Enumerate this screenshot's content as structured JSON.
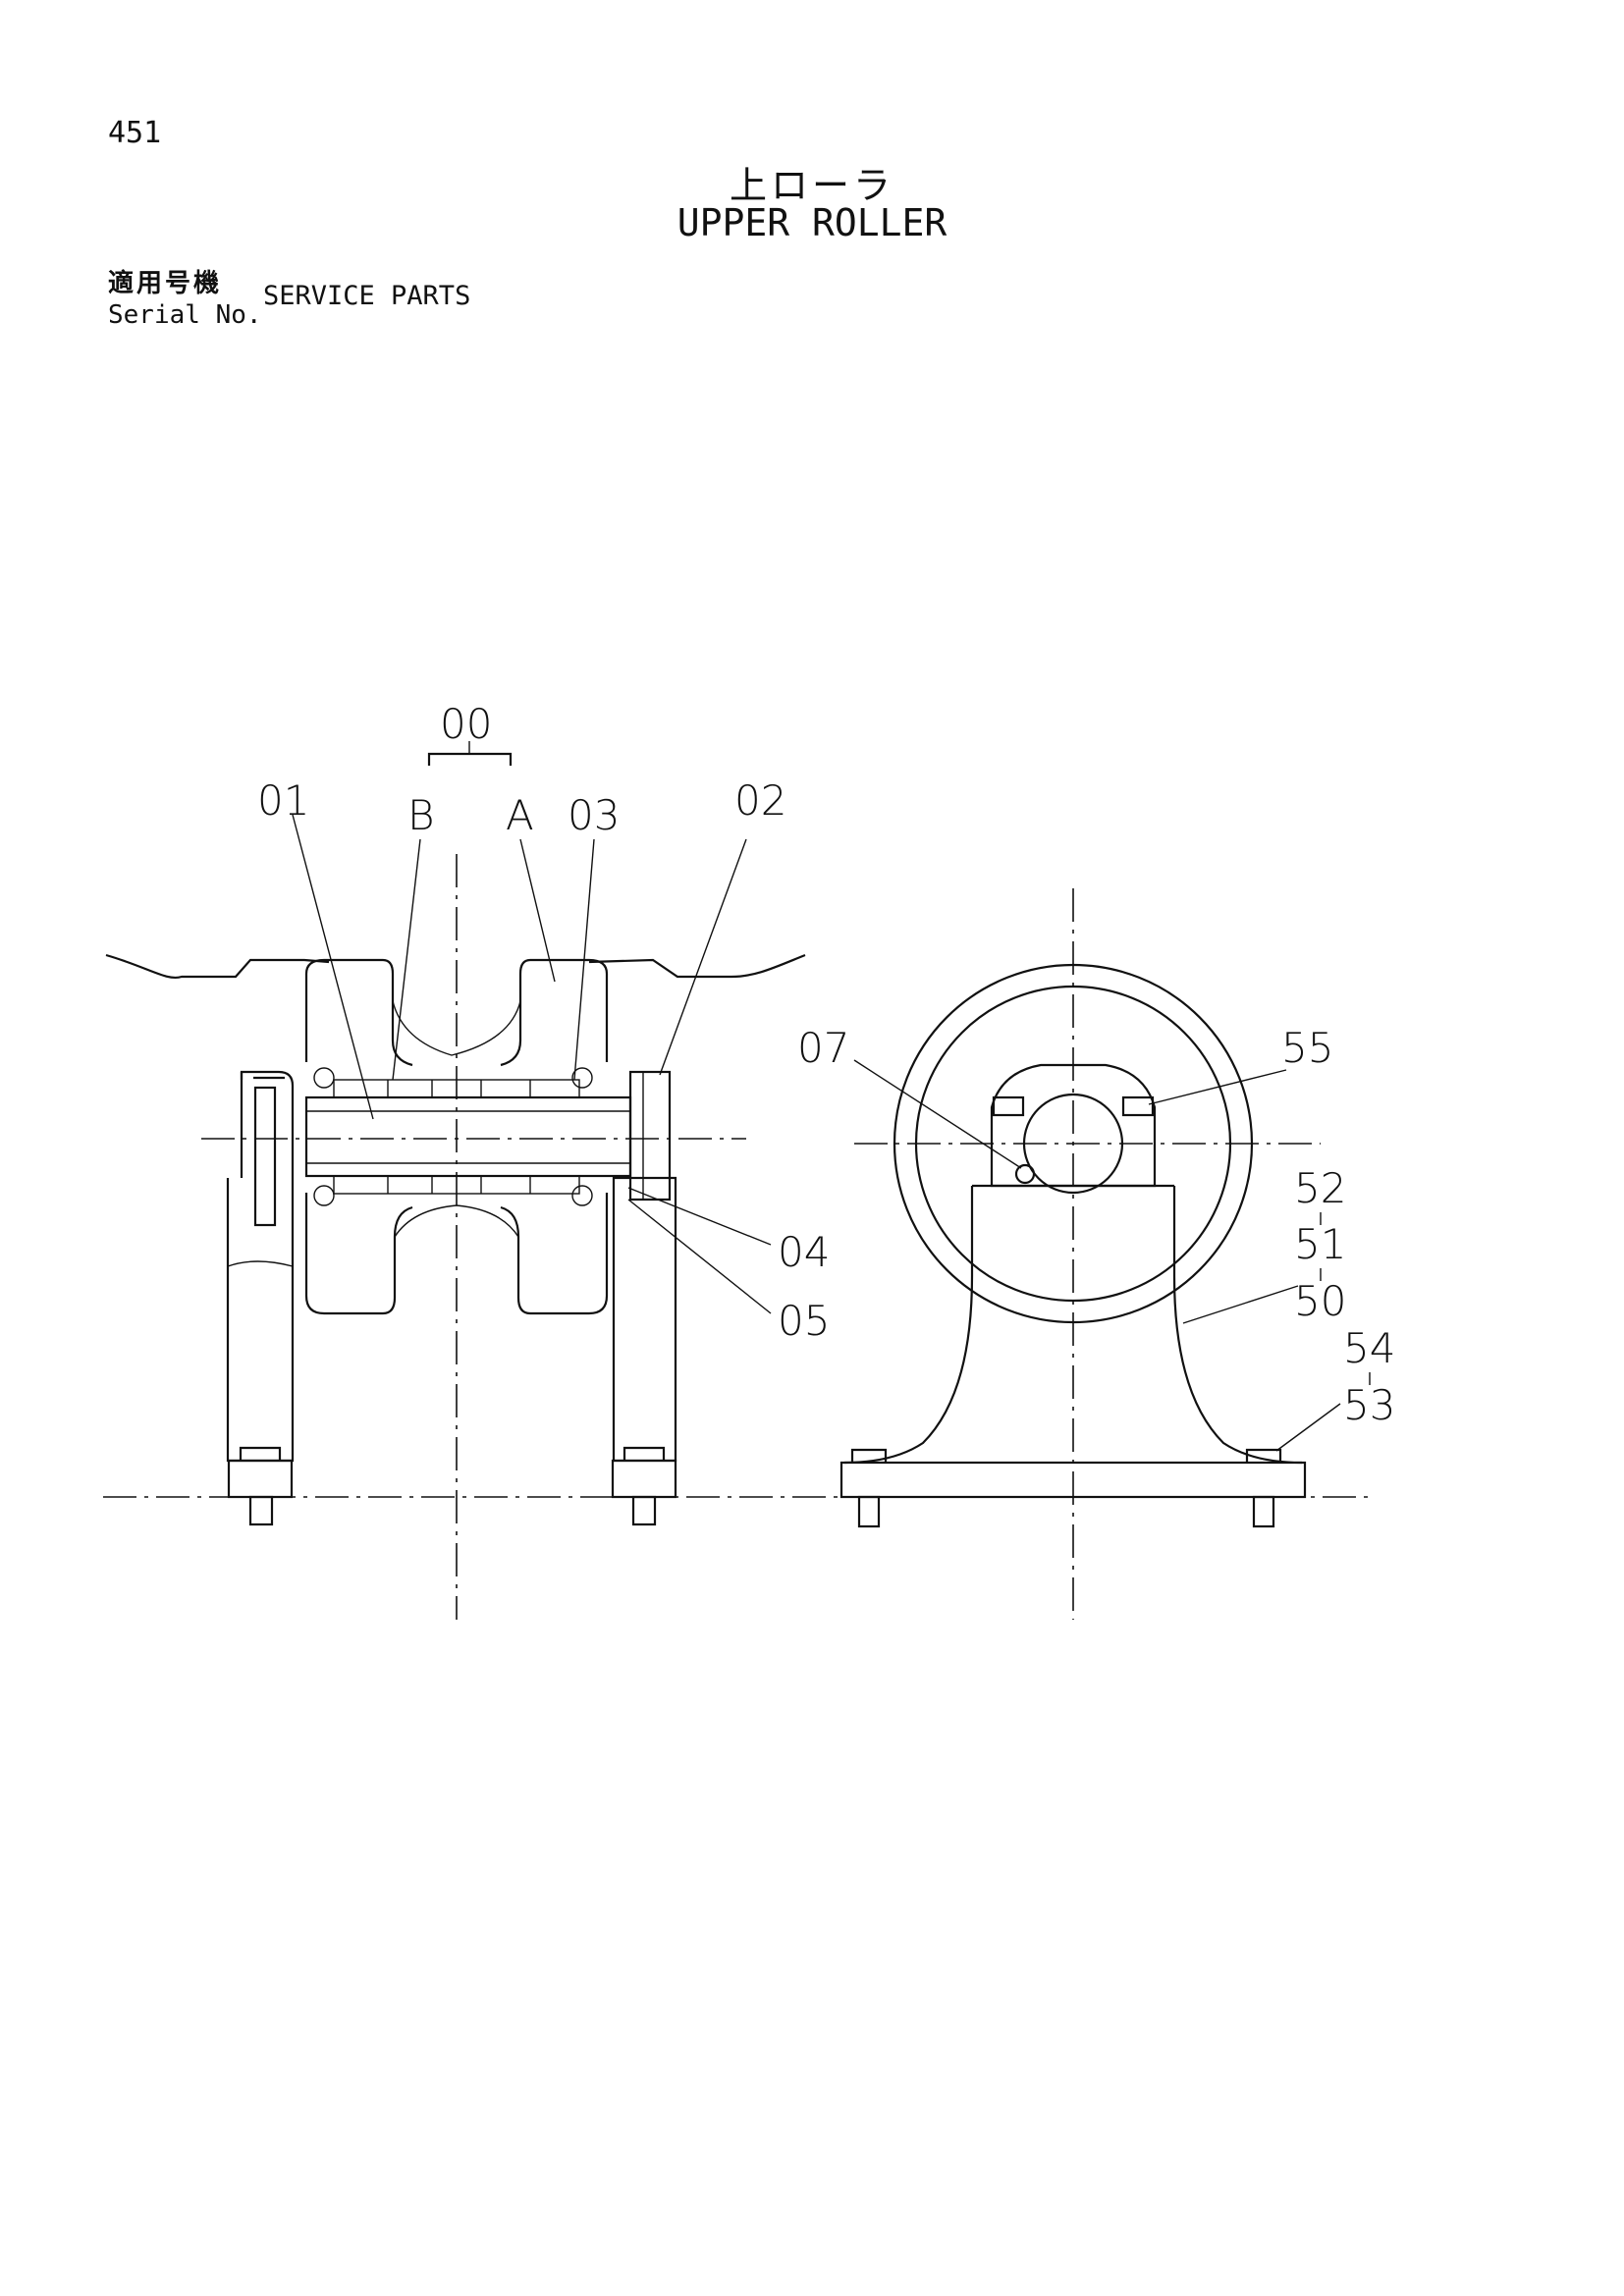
{
  "header": {
    "page_number": "451",
    "title_ja": "上ローラ",
    "title_en": "UPPER ROLLER",
    "serial_label_ja": "適用号機",
    "serial_label_en": "Serial No.",
    "serial_value": "SERVICE PARTS"
  },
  "callouts": {
    "c00": "00",
    "c01": "01",
    "cB": "B",
    "cA": "A",
    "c03": "03",
    "c02": "02",
    "c04": "04",
    "c05": "05",
    "c07": "07",
    "c55": "55",
    "c52": "52",
    "c51": "51",
    "c50": "50",
    "c54": "54",
    "c53": "53"
  }
}
